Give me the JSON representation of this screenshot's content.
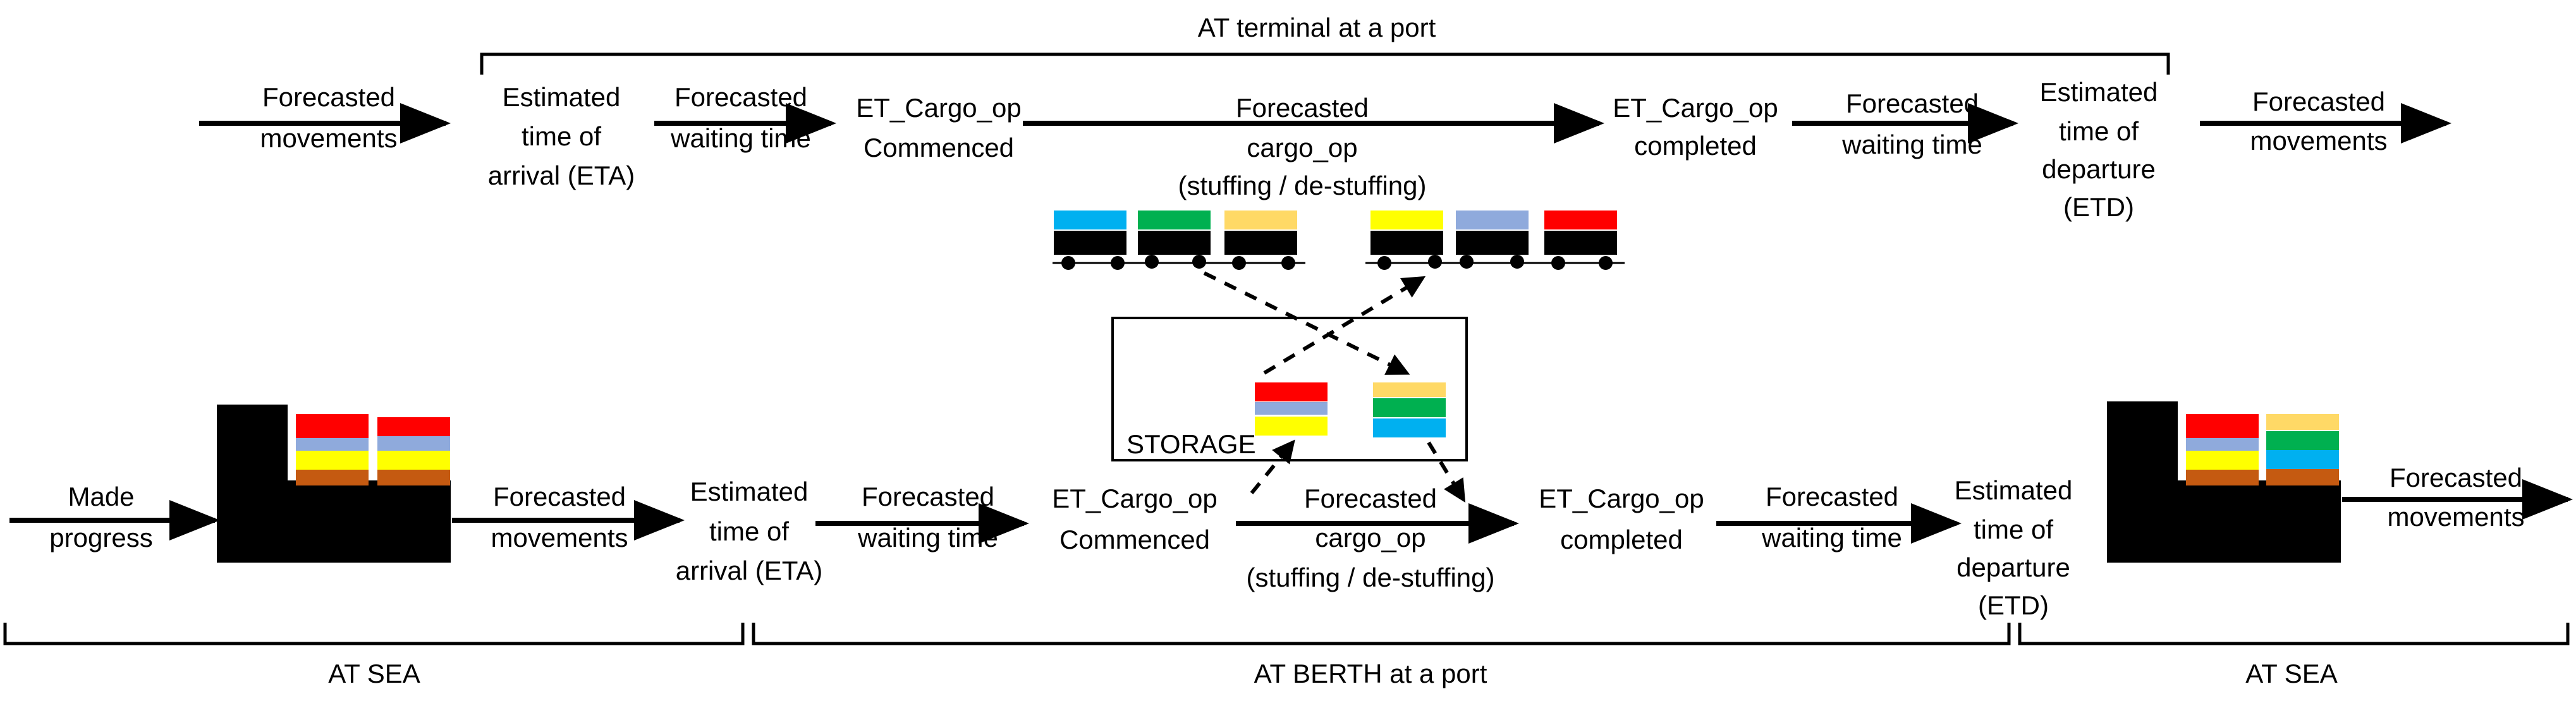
{
  "terminal": {
    "bracket_label": "AT terminal at a port",
    "forecasted_movements_in": [
      "Forecasted",
      "movements"
    ],
    "eta": [
      "Estimated",
      "time of",
      "arrival (ETA)"
    ],
    "waiting_1": [
      "Forecasted",
      "waiting time"
    ],
    "cargo_commenced": [
      "ET_Cargo_op",
      "Commenced"
    ],
    "cargo_op": [
      "Forecasted",
      "cargo_op",
      "(stuffing / de-stuffing)"
    ],
    "cargo_completed": [
      "ET_Cargo_op",
      "completed"
    ],
    "waiting_2": [
      "Forecasted",
      "waiting time"
    ],
    "etd": [
      "Estimated",
      "time of",
      "departure",
      "(ETD)"
    ],
    "forecasted_movements_out": [
      "Forecasted",
      "movements"
    ]
  },
  "berth": {
    "made_progress": [
      "Made",
      "progress"
    ],
    "forecasted_movements_1": [
      "Forecasted",
      "movements"
    ],
    "eta": [
      "Estimated",
      "time of",
      "arrival (ETA)"
    ],
    "waiting_1": [
      "Forecasted",
      "waiting time"
    ],
    "cargo_commenced": [
      "ET_Cargo_op",
      "Commenced"
    ],
    "cargo_op": [
      "Forecasted",
      "cargo_op",
      "(stuffing / de-stuffing)"
    ],
    "cargo_completed": [
      "ET_Cargo_op",
      "completed"
    ],
    "waiting_2": [
      "Forecasted",
      "waiting time"
    ],
    "etd": [
      "Estimated",
      "time of",
      "departure",
      "(ETD)"
    ],
    "forecasted_movements_2": [
      "Forecasted",
      "movements"
    ]
  },
  "storage_label": "STORAGE",
  "bottom_brackets": {
    "sea_left": "AT SEA",
    "berth": "AT BERTH at a port",
    "sea_right": "AT SEA"
  },
  "colors": {
    "red": "#ff0000",
    "lavender": "#8faadc",
    "yellow": "#ffff00",
    "brown": "#c55a11",
    "peach": "#ffd966",
    "green": "#00b050",
    "cyan": "#00b0f0",
    "black": "#000000"
  }
}
